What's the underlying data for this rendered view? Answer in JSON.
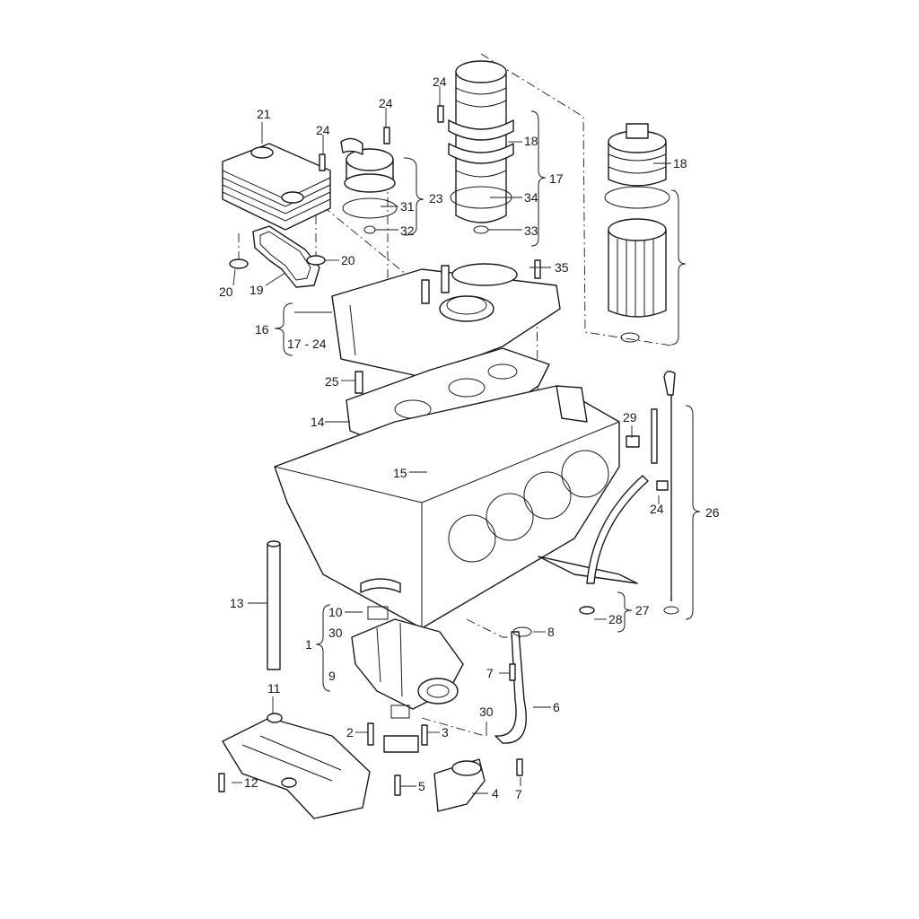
{
  "callouts": {
    "c1": "1",
    "c2": "2",
    "c3": "3",
    "c4": "4",
    "c5": "5",
    "c6": "6",
    "c7a": "7",
    "c7b": "7",
    "c8": "8",
    "c9": "9",
    "c10": "10",
    "c11": "11",
    "c12": "12",
    "c13": "13",
    "c14": "14",
    "c15": "15",
    "c16": "16",
    "c17a": "17 - 24",
    "c17b": "17",
    "c18a": "18",
    "c18b": "18",
    "c19": "19",
    "c20a": "20",
    "c20b": "20",
    "c21": "21",
    "c23": "23",
    "c24a": "24",
    "c24b": "24",
    "c24c": "24",
    "c24d": "24",
    "c25": "25",
    "c26": "26",
    "c27": "27",
    "c28": "28",
    "c29": "29",
    "c30a": "30",
    "c30b": "30",
    "c31": "31",
    "c32": "32",
    "c33": "33",
    "c34": "34",
    "c35": "35"
  }
}
